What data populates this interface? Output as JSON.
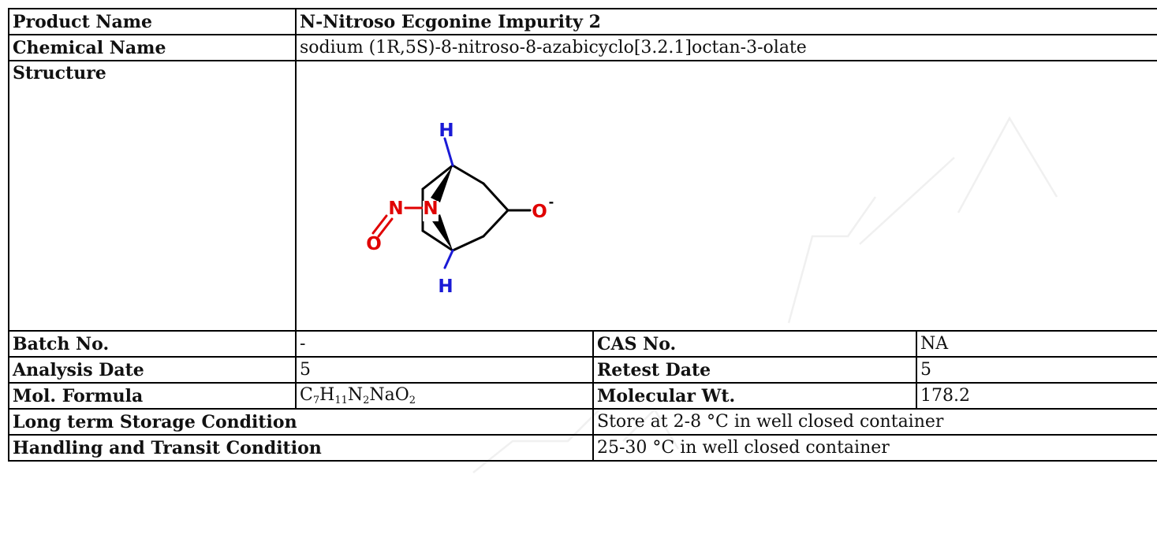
{
  "document": {
    "rows": {
      "product_name": {
        "label": "Product Name",
        "value": "N-Nitroso Ecgonine Impurity 2"
      },
      "chemical_name": {
        "label": "Chemical Name",
        "value": "sodium (1R,5S)-8-nitroso-8-azabicyclo[3.2.1]octan-3-olate"
      },
      "structure": {
        "label": "Structure"
      },
      "batch": {
        "label": "Batch No.",
        "value": "-",
        "label2": "CAS No.",
        "value2": "NA"
      },
      "analysis": {
        "label": "Analysis Date",
        "value": "5",
        "label2": "Retest Date",
        "value2": "5"
      },
      "formula": {
        "label": "Mol. Formula",
        "parts": [
          "C",
          "7",
          "H",
          "11",
          "N",
          "2",
          "NaO",
          "2"
        ],
        "label2": "Molecular Wt.",
        "value2": "178.2"
      },
      "storage": {
        "label": "Long term Storage Condition",
        "value": "Store at 2-8 °C in well closed container"
      },
      "handling": {
        "label": "Handling and Transit Condition",
        "value": "25-30 °C in well closed container"
      }
    },
    "structure_atoms": {
      "h_top": "H",
      "h_bottom": "H",
      "n_nitroso": "N",
      "n_ring": "N",
      "o_nitroso": "O",
      "o_anion": "O",
      "charge": "-"
    },
    "colors": {
      "heteroatom_red": "#e00000",
      "hydrogen_blue": "#1a1ad6"
    }
  }
}
